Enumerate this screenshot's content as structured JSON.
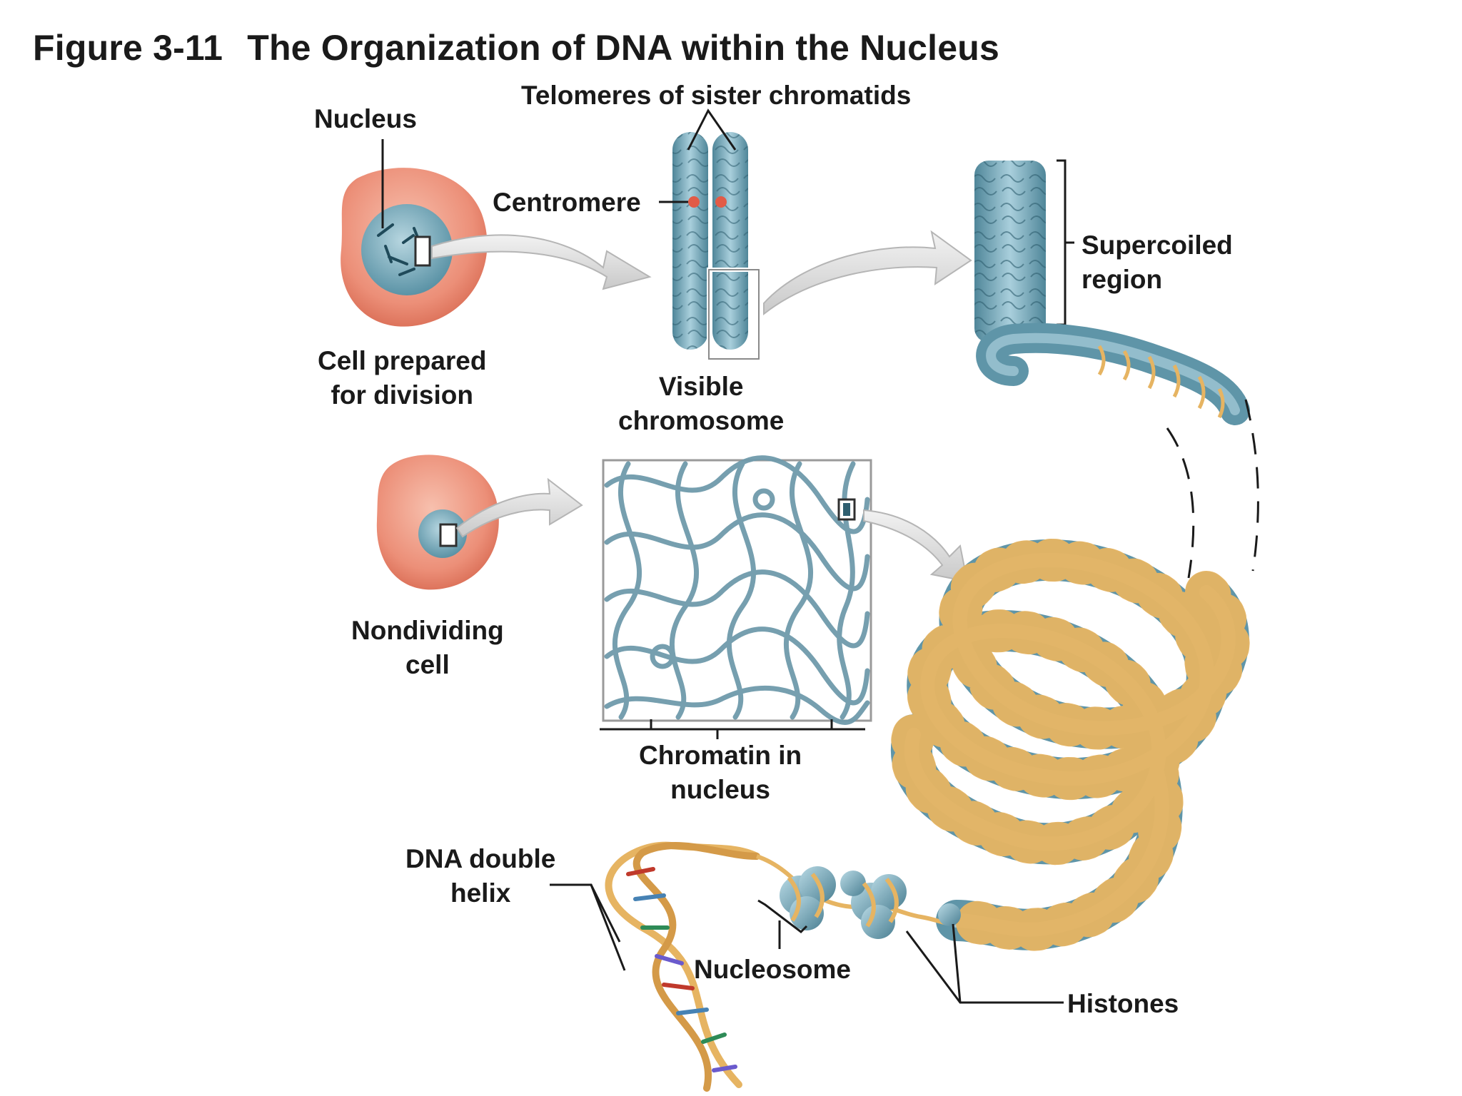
{
  "figure": {
    "number": "Figure 3-11",
    "title": "The Organization of DNA within the Nucleus"
  },
  "labels": {
    "nucleus": "Nucleus",
    "telomeres": "Telomeres of sister chromatids",
    "centromere": "Centromere",
    "supercoiled": [
      "Supercoiled",
      "region"
    ],
    "cell_prepared": [
      "Cell prepared",
      "for division"
    ],
    "visible_chromosome": [
      "Visible",
      "chromosome"
    ],
    "nondividing_cell": [
      "Nondividing",
      "cell"
    ],
    "chromatin": [
      "Chromatin in",
      "nucleus"
    ],
    "dna_helix": [
      "DNA double",
      "helix"
    ],
    "nucleosome": "Nucleosome",
    "histones": "Histones"
  },
  "colors": {
    "cell": "#e98a74",
    "nucleus": "#6fa6b8",
    "chromatin_strand": "#7fa7b6",
    "histone_band": "#e6b462",
    "centromere": "#e25b47",
    "arrow": "#d9d9d9"
  }
}
